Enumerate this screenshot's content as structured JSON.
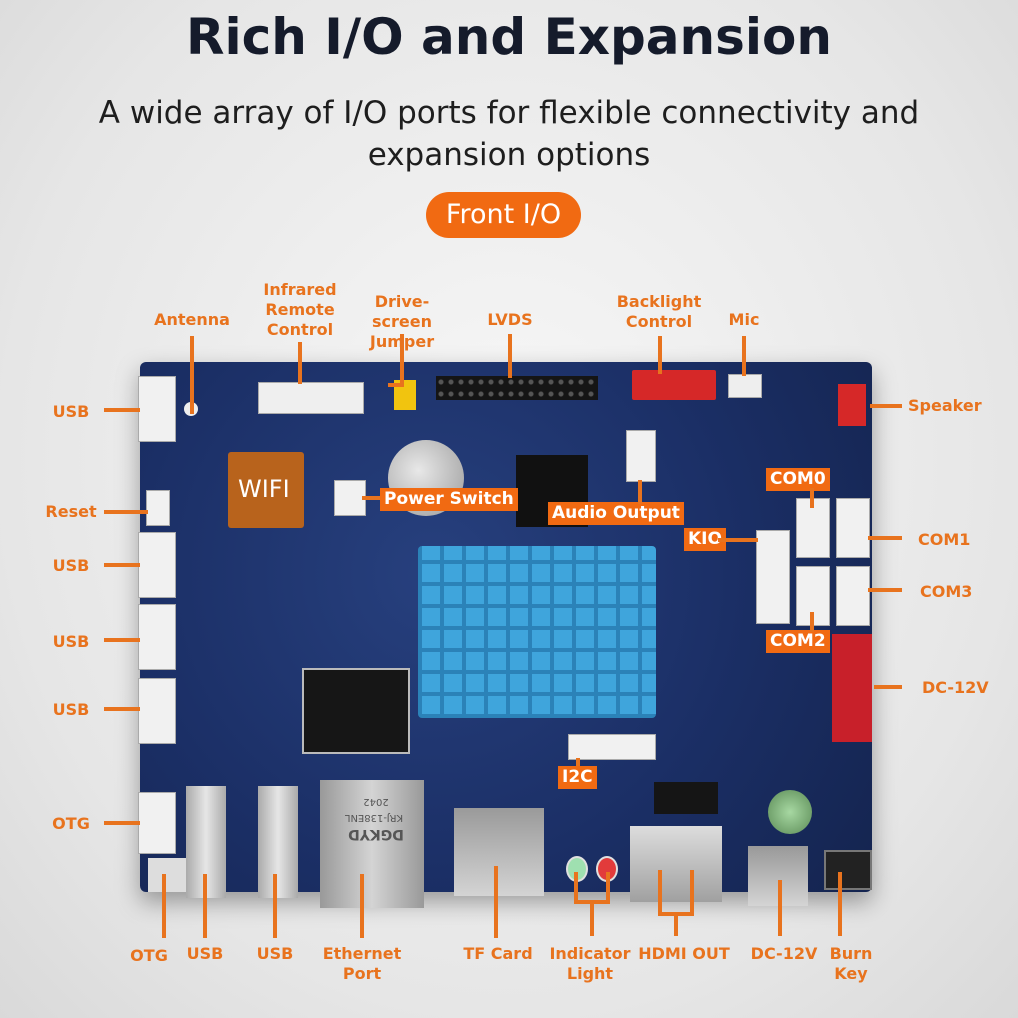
{
  "header": {
    "title": "Rich I/O and Expansion",
    "subtitle": "A wide array of I/O ports for flexible connectivity and expansion options",
    "badge": "Front I/O"
  },
  "labels": {
    "antenna": "Antenna",
    "infrared": "Infrared Remote Control",
    "drive_screen": "Drive-screen Jumper",
    "lvds": "LVDS",
    "backlight": "Backlight Control",
    "mic": "Mic",
    "speaker": "Speaker",
    "usb_left_1": "USB",
    "reset": "Reset",
    "usb_left_2": "USB",
    "usb_left_3": "USB",
    "usb_left_4": "USB",
    "otg_left": "OTG",
    "com1": "COM1",
    "com3": "COM3",
    "dc12v_right": "DC-12V",
    "otg_bottom": "OTG",
    "usb_bottom_1": "USB",
    "usb_bottom_2": "USB",
    "ethernet": "Ethernet Port",
    "tf_card": "TF Card",
    "indicator": "Indicator Light",
    "hdmi_out": "HDMI OUT",
    "dc12v_bottom": "DC-12V",
    "burn_key": "Burn Key"
  },
  "on_board_tags": {
    "wifi": "WIFI",
    "power_switch": "Power Switch",
    "audio_output": "Audio Output",
    "com0": "COM0",
    "kio": "KIO",
    "com2": "COM2",
    "i2c": "I2C"
  },
  "board_silkscreen": {
    "ethernet_brand": "DGKYD",
    "ethernet_model": "KRJ-138ENL",
    "ethernet_code": "2042"
  },
  "colors": {
    "accent": "#f16a12",
    "label": "#e8731e",
    "board": "#1b2f66",
    "heatsink": "#3fa5dc"
  }
}
